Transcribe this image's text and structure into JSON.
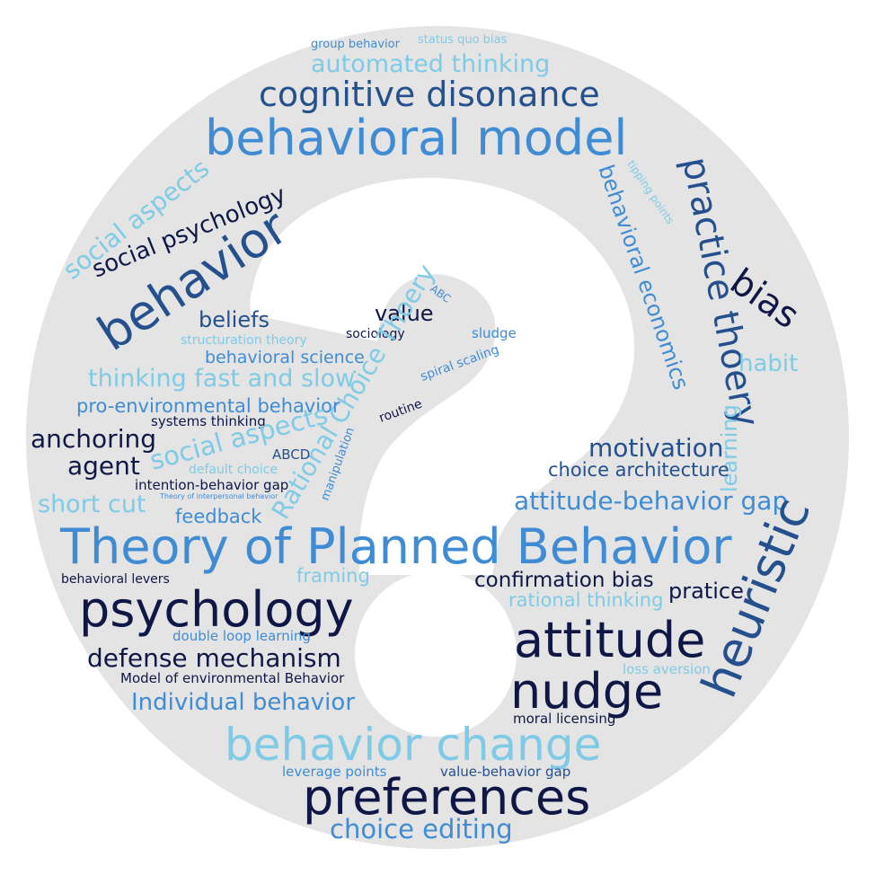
{
  "palette": {
    "circle_fill": "#e4e4e4",
    "mark_fill": "#ffffff",
    "navy": "#0f1747",
    "dark_blue": "#25508e",
    "mid_blue": "#3f8cd4",
    "light_blue": "#7fcbe6"
  },
  "words": [
    {
      "id": "group-behavior",
      "text": "group behavior",
      "color": "mid_blue"
    },
    {
      "id": "status-quo-bias",
      "text": "status quo bias",
      "color": "light_blue"
    },
    {
      "id": "automated-thinking",
      "text": "automated thinking",
      "color": "light_blue"
    },
    {
      "id": "cognitive-disonance",
      "text": "cognitive disonance",
      "color": "dark_blue"
    },
    {
      "id": "behavioral-model",
      "text": "behavioral model",
      "color": "mid_blue"
    },
    {
      "id": "social-aspects-top",
      "text": "social aspects",
      "color": "light_blue"
    },
    {
      "id": "social-psychology",
      "text": "social psychology",
      "color": "navy"
    },
    {
      "id": "behavior",
      "text": "behavior",
      "color": "dark_blue"
    },
    {
      "id": "tipping-points",
      "text": "tipping points",
      "color": "light_blue"
    },
    {
      "id": "behavioral-economics",
      "text": "behavioral economics",
      "color": "mid_blue"
    },
    {
      "id": "practice-thoery",
      "text": "practice thoery",
      "color": "dark_blue"
    },
    {
      "id": "bias",
      "text": "bias",
      "color": "navy"
    },
    {
      "id": "habit",
      "text": "habit",
      "color": "light_blue"
    },
    {
      "id": "learning",
      "text": "learning",
      "color": "light_blue"
    },
    {
      "id": "abc",
      "text": "ABC",
      "color": "mid_blue"
    },
    {
      "id": "value",
      "text": "value",
      "color": "navy"
    },
    {
      "id": "sociology",
      "text": "sociology",
      "color": "navy"
    },
    {
      "id": "sludge",
      "text": "sludge",
      "color": "mid_blue"
    },
    {
      "id": "rational-choice-thoery",
      "text": "Rational Choice Thoery",
      "color": "light_blue"
    },
    {
      "id": "spiral-scaling",
      "text": "spiral scaling",
      "color": "mid_blue"
    },
    {
      "id": "beliefs",
      "text": "beliefs",
      "color": "dark_blue"
    },
    {
      "id": "structuration-theory",
      "text": "structuration theory",
      "color": "light_blue"
    },
    {
      "id": "behavioral-science",
      "text": "behavioral science",
      "color": "mid_blue"
    },
    {
      "id": "thinking-fast-and-slow",
      "text": "thinking fast and slow",
      "color": "light_blue"
    },
    {
      "id": "pro-environmental-behavior",
      "text": "pro-environmental behavior",
      "color": "mid_blue"
    },
    {
      "id": "systems-thinking",
      "text": "systems thinking",
      "color": "navy"
    },
    {
      "id": "routine",
      "text": "routine",
      "color": "navy"
    },
    {
      "id": "anchoring",
      "text": "anchoring",
      "color": "navy"
    },
    {
      "id": "social-aspects-mid",
      "text": "social aspects",
      "color": "light_blue"
    },
    {
      "id": "agent",
      "text": "agent",
      "color": "navy"
    },
    {
      "id": "abcd",
      "text": "ABCD",
      "color": "dark_blue"
    },
    {
      "id": "default-choice",
      "text": "default choice",
      "color": "light_blue"
    },
    {
      "id": "manipulation",
      "text": "manipulation",
      "color": "mid_blue"
    },
    {
      "id": "intention-behavior-gap",
      "text": "intention-behavior gap",
      "color": "navy"
    },
    {
      "id": "theory-of-interpersonal-behavior",
      "text": "Theory of interpersonal behavior",
      "color": "mid_blue"
    },
    {
      "id": "short-cut",
      "text": "short cut",
      "color": "light_blue"
    },
    {
      "id": "feedback",
      "text": "feedback",
      "color": "mid_blue"
    },
    {
      "id": "motivation",
      "text": "motivation",
      "color": "dark_blue"
    },
    {
      "id": "choice-architecture",
      "text": "choice architecture",
      "color": "dark_blue"
    },
    {
      "id": "attitude-behavior-gap",
      "text": "attitude-behavior gap",
      "color": "mid_blue"
    },
    {
      "id": "heuristic",
      "text": "heuristic",
      "color": "dark_blue"
    },
    {
      "id": "theory-of-planned-behavior",
      "text": "Theory of Planned Behavior",
      "color": "mid_blue"
    },
    {
      "id": "behavioral-levers",
      "text": "behavioral levers",
      "color": "navy"
    },
    {
      "id": "framing",
      "text": "framing",
      "color": "light_blue"
    },
    {
      "id": "confirmation-bias",
      "text": "confirmation bias",
      "color": "navy"
    },
    {
      "id": "pratice",
      "text": "pratice",
      "color": "navy"
    },
    {
      "id": "psychology",
      "text": "psychology",
      "color": "navy"
    },
    {
      "id": "rational-thinking",
      "text": "rational thinking",
      "color": "light_blue"
    },
    {
      "id": "attitude",
      "text": "attitude",
      "color": "navy"
    },
    {
      "id": "double-loop-learning",
      "text": "double loop learning",
      "color": "mid_blue"
    },
    {
      "id": "defense-mechanism",
      "text": "defense mechanism",
      "color": "navy"
    },
    {
      "id": "loss-aversion",
      "text": "loss aversion",
      "color": "light_blue"
    },
    {
      "id": "model-of-environmental-behavior",
      "text": "Model of environmental Behavior",
      "color": "navy"
    },
    {
      "id": "nudge",
      "text": "nudge",
      "color": "navy"
    },
    {
      "id": "individual-behavior",
      "text": "Individual behavior",
      "color": "mid_blue"
    },
    {
      "id": "moral-licensing",
      "text": "moral licensing",
      "color": "navy"
    },
    {
      "id": "behavior-change",
      "text": "behavior change",
      "color": "light_blue"
    },
    {
      "id": "leverage-points",
      "text": "leverage points",
      "color": "mid_blue"
    },
    {
      "id": "value-behavior-gap",
      "text": "value-behavior gap",
      "color": "dark_blue"
    },
    {
      "id": "preferences",
      "text": "preferences",
      "color": "navy"
    },
    {
      "id": "choice-editing",
      "text": "choice editing",
      "color": "mid_blue"
    }
  ]
}
